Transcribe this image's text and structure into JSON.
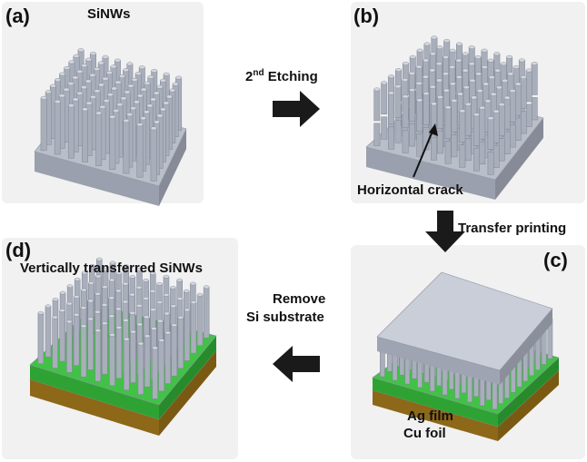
{
  "panels": {
    "a": {
      "label": "(a)",
      "title": "SiNWs"
    },
    "b": {
      "label": "(b)",
      "annotation": "Horizontal crack"
    },
    "c": {
      "label": "(c)",
      "layer_top": "Ag film",
      "layer_bottom": "Cu foil"
    },
    "d": {
      "label": "(d)",
      "title": "Vertically transferred SiNWs"
    }
  },
  "steps": {
    "etching": {
      "base": "2",
      "sup": "nd",
      "rest": " Etching"
    },
    "transfer": "Transfer printing",
    "remove_line1": "Remove",
    "remove_line2": "Si substrate"
  },
  "colors": {
    "substrate_top": "#b9bec9",
    "substrate_side": "#9aa0ad",
    "nanowire": "#a9aebb",
    "ag_film": "#41c246",
    "cu_foil": "#a47b1e",
    "arrow": "#1a1a1a"
  }
}
